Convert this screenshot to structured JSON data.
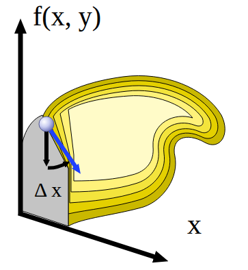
{
  "diagram": {
    "labels": [
      "f(x, y)",
      "Δ x",
      "x"
    ]
  }
}
